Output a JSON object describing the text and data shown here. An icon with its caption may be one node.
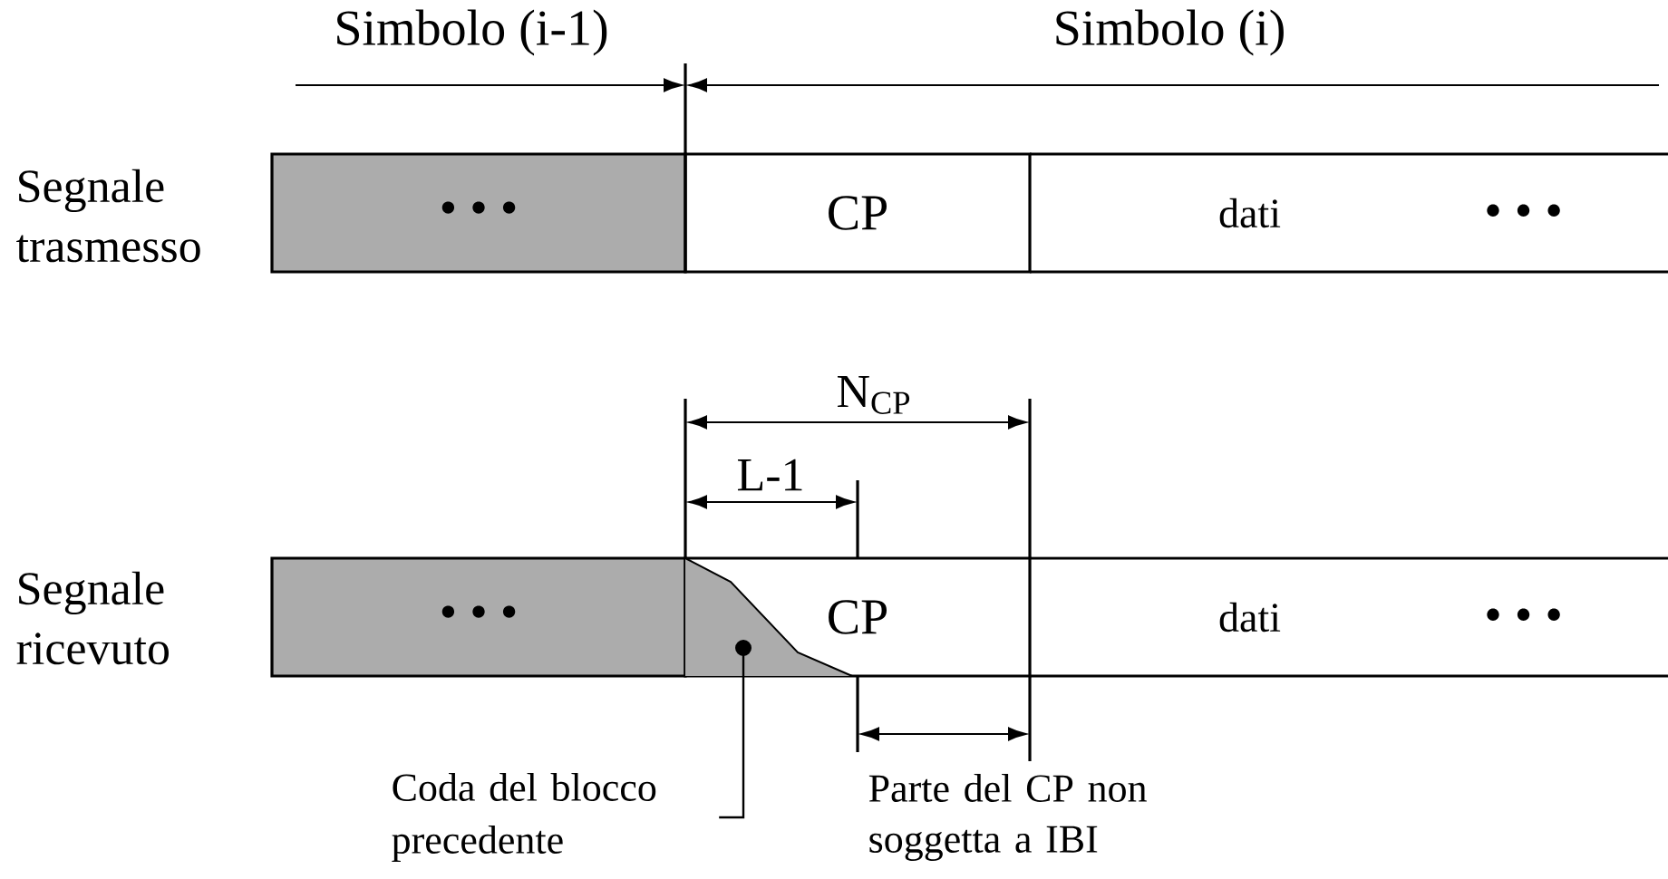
{
  "diagram": {
    "nodes": [
      {
        "text": [
          "• • •"
        ]
      },
      {
        "text": [
          "CP"
        ]
      },
      {
        "text": [
          "dati",
          "• • •"
        ]
      },
      {
        "text": [
          "• • •"
        ]
      },
      {
        "text": [
          "CP"
        ]
      },
      {
        "text": [
          "dati",
          "• • •"
        ]
      },
      {
        "text": [],
        "shape": "polygon",
        "in": 4
      },
      {
        "text": [
          "Coda del blocco precedente"
        ]
      }
    ],
    "edges": [
      {
        "from": 7,
        "to": 6,
        "arrow": "other"
      }
    ],
    "labels": [
      "Simbolo (i-1)",
      "Simbolo (i)",
      "Segnale trasmesso",
      "N$_{CP}$",
      "L-1",
      "Segnale ricevuto",
      "Parte del CP non soggetta a IBI"
    ]
  }
}
